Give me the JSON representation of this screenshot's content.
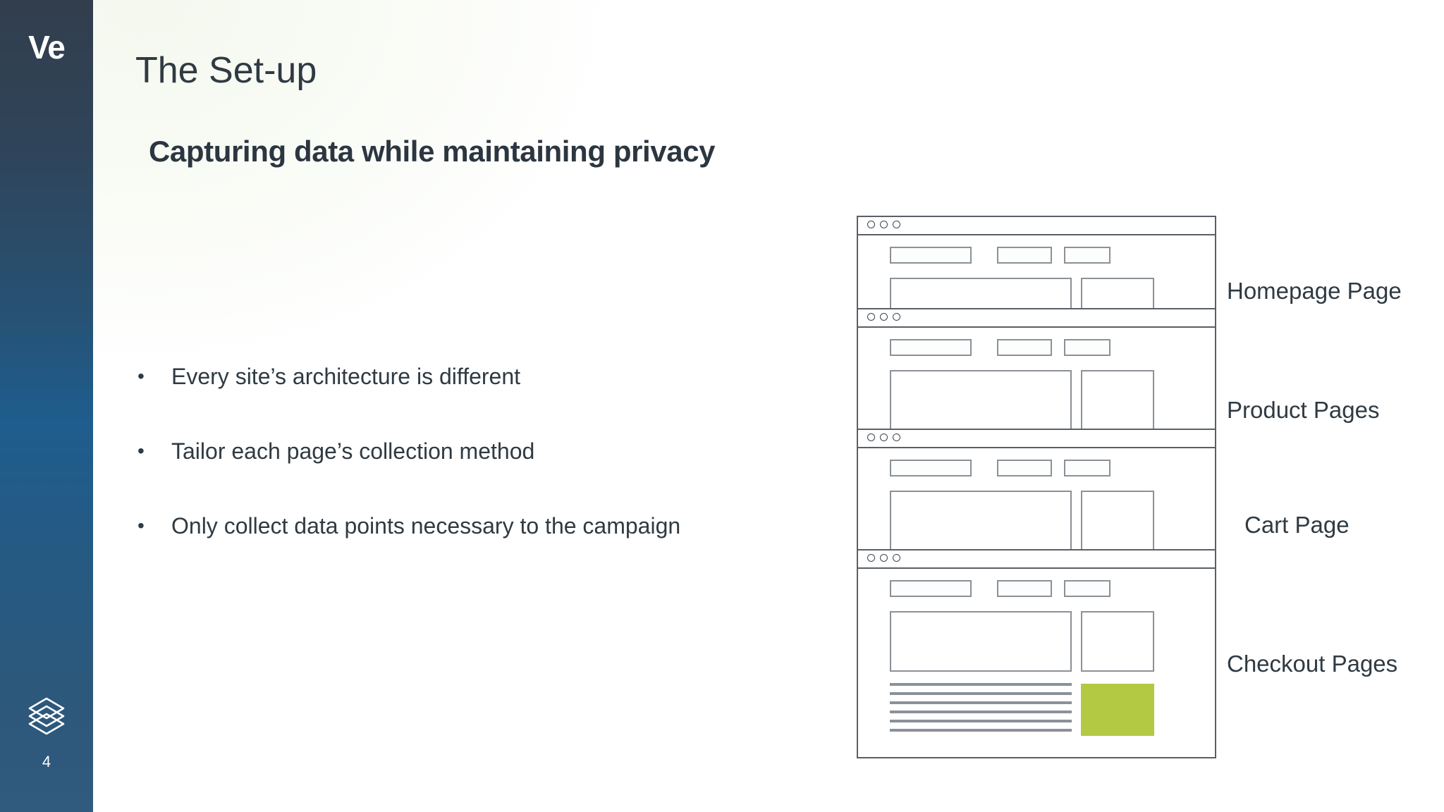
{
  "slide": {
    "page_number": "4",
    "title": "The Set-up",
    "subtitle": "Capturing data while maintaining privacy"
  },
  "sidebar": {
    "logo_text": "Ve",
    "logo_icon": "layers-stack-icon",
    "page_number": "4",
    "gradient_top": "#323e4d",
    "gradient_mid": "#1e5d8e",
    "gradient_bottom": "#305a7e"
  },
  "bullets": [
    {
      "marker": "•",
      "text": "Every site’s architecture is different"
    },
    {
      "marker": "•",
      "text": "Tailor each page’s collection method"
    },
    {
      "marker": "•",
      "text": "Only collect data points necessary to the campaign"
    }
  ],
  "diagram": {
    "accent_color": "#b3c944",
    "outline_color": "#595f66",
    "wireframe_color": "#8b9197",
    "windows": [
      {
        "name": "homepage",
        "label": "Homepage Page",
        "has_green_block": false
      },
      {
        "name": "product",
        "label": "Product Pages",
        "has_green_block": false
      },
      {
        "name": "cart",
        "label": "Cart Page",
        "has_green_block": false
      },
      {
        "name": "checkout",
        "label": "Checkout Pages",
        "has_green_block": true
      }
    ]
  }
}
